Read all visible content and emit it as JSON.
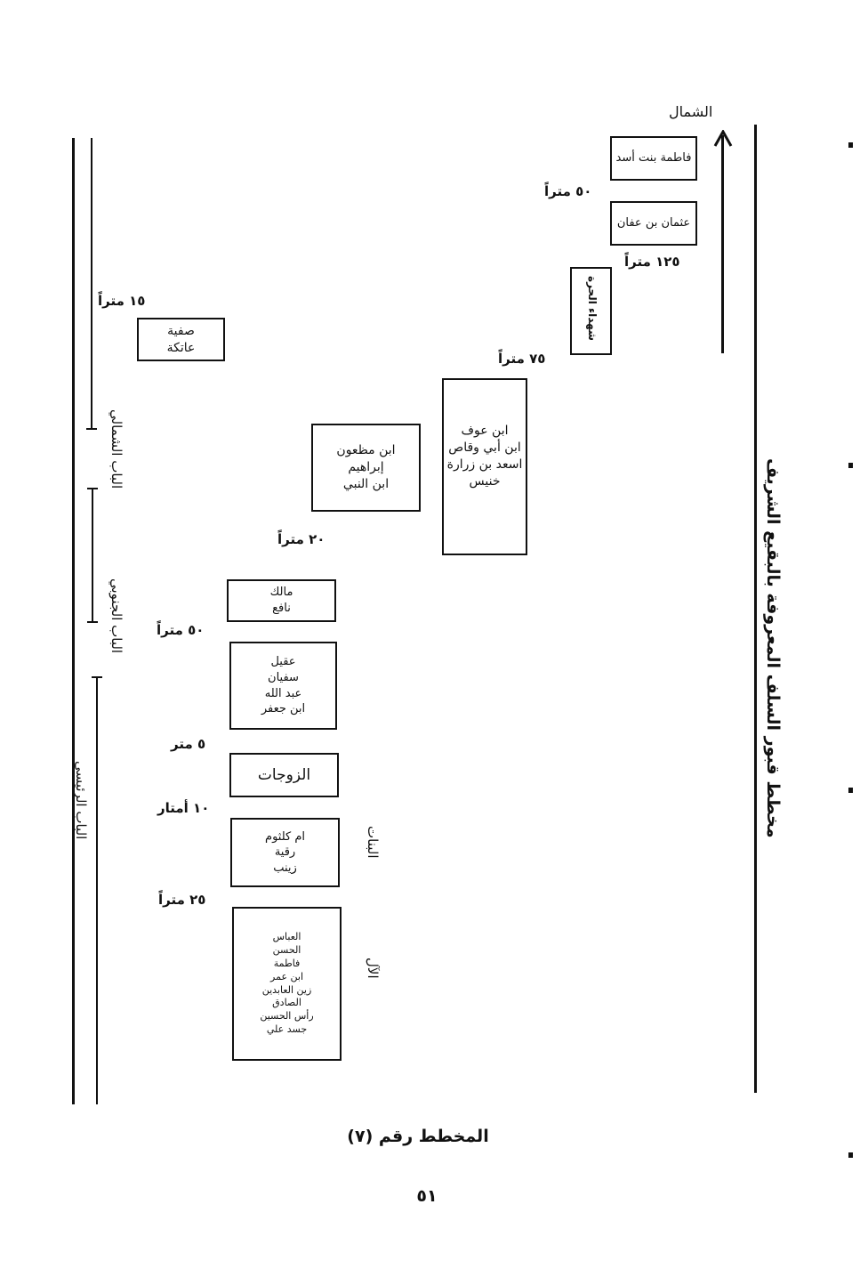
{
  "north_label": "الشمال",
  "title_vertical": "مخطط قبور السلف المعروفة بالبقيع الشريف",
  "gates": [
    "الباب الشمالي",
    "الباب الجنوبي",
    "الباب الرئيسي"
  ],
  "group_labels": {
    "daughters": "البنات",
    "family": "الآل"
  },
  "boxes": {
    "fatima_asad": [
      "فاطمة بنت أسد"
    ],
    "uthman": [
      "عثمان بن عفان"
    ],
    "harra": [
      "شهداء الحرة"
    ],
    "safiya": [
      "صفية",
      "عاتكة"
    ],
    "ibn_awf": [
      "ابن عوف",
      "ابن أبي وقاص",
      "اسعد بن زرارة",
      "خنيس"
    ],
    "ibn_mazun": [
      "ابن مظعون",
      "إبراهيم",
      "ابن النبي"
    ],
    "malik": [
      "مالك",
      "نافع"
    ],
    "aqil": [
      "عقيل",
      "سفيان",
      "عبد الله",
      "ابن جعفر"
    ],
    "wives": [
      "الزوجات"
    ],
    "daughters": [
      "ام كلثوم",
      "رقية",
      "زينب"
    ],
    "family": [
      "العباس",
      "الحسن",
      "فاطمة",
      "ابن عمر",
      "زين العابدين",
      "الصادق",
      "رأس الحسين",
      "جسد علي"
    ]
  },
  "distances": [
    "٥٠ متراً",
    "١٢٥ متراً",
    "٧٥ متراً",
    "١٥ متراً",
    "٢٠ متراً",
    "٥٠ متراً",
    "٥ متر",
    "١٠ أمتار",
    "٢٥ متراً"
  ],
  "caption": "المخطط رقم (٧)",
  "page_number": "٥١"
}
